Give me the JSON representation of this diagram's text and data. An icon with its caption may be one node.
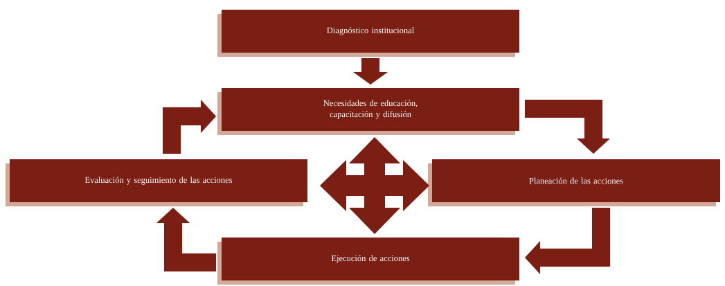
{
  "diagram": {
    "nodes": [
      {
        "text": [
          "Diagnóstico institucional"
        ]
      },
      {
        "text": [
          "Necesidades de educación, capacitación y difusión"
        ]
      },
      {
        "text": [
          "Evaluación y seguimiento de las acciones"
        ]
      },
      {
        "text": [
          "Planeación de las acciones"
        ]
      },
      {
        "text": [
          "Ejecución de acciones"
        ]
      }
    ],
    "edges": [
      {
        "from": 0,
        "to": 1,
        "arrow": "to"
      },
      {
        "from": 2,
        "to": 1,
        "arrow": "to"
      },
      {
        "from": 1,
        "to": 3,
        "arrow": "to"
      },
      {
        "from": 3,
        "to": 4,
        "arrow": "to"
      },
      {
        "from": 4,
        "to": 2,
        "arrow": "to"
      },
      {
        "from": 1,
        "to": 4,
        "arrow": "both"
      },
      {
        "from": 2,
        "to": 3,
        "arrow": "both"
      }
    ]
  }
}
